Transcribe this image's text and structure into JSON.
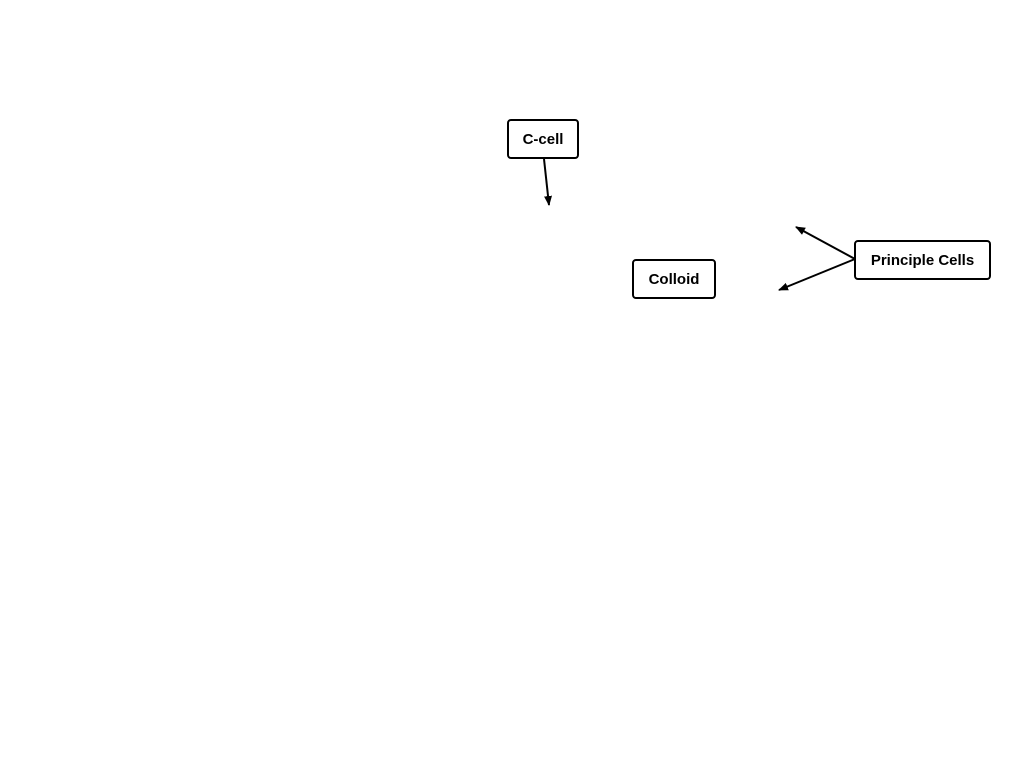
{
  "labels": {
    "c_cell": "C-cell",
    "colloid": "Colloid",
    "principle_cells": "Principle Cells"
  },
  "colors": {
    "stroke": "#000000",
    "background": "#ffffff"
  }
}
